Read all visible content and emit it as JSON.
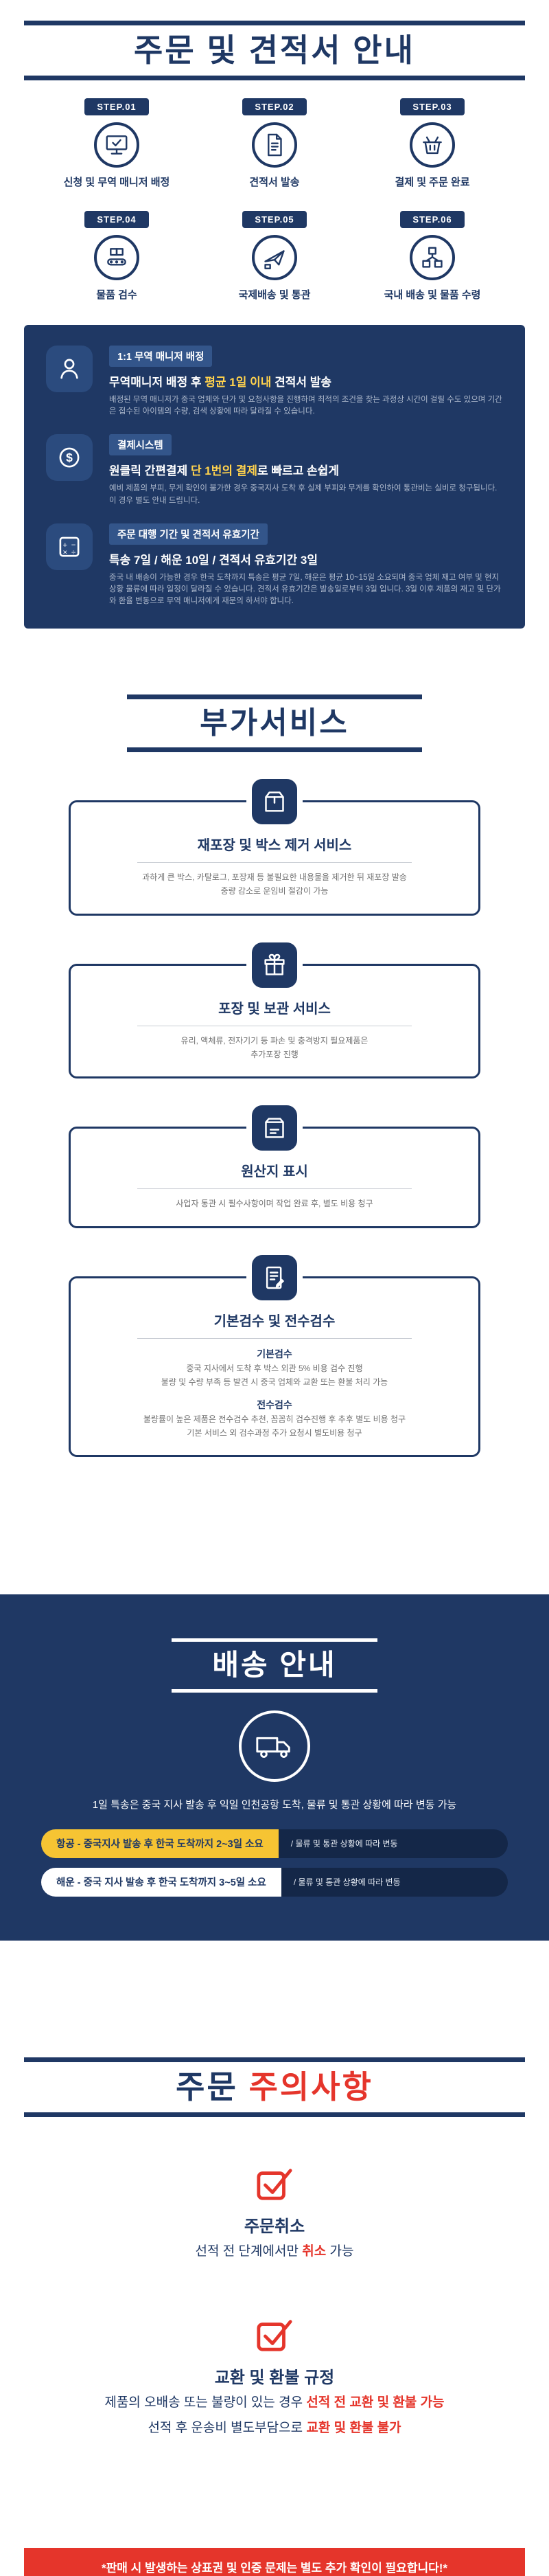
{
  "palette": {
    "navy": "#1f3864",
    "navy_dark": "#142748",
    "yellow": "#f6c433",
    "red": "#e5352b"
  },
  "header": {
    "title": "주문 및 견적서 안내"
  },
  "steps": {
    "items": [
      {
        "badge": "STEP.01",
        "icon": "monitor-check-icon",
        "label": "신청 및 무역 매니저 배정"
      },
      {
        "badge": "STEP.02",
        "icon": "invoice-icon",
        "label": "견적서 발송"
      },
      {
        "badge": "STEP.03",
        "icon": "basket-icon",
        "label": "결제 및 주문 완료"
      },
      {
        "badge": "STEP.04",
        "icon": "conveyor-icon",
        "label": "물품 검수"
      },
      {
        "badge": "STEP.05",
        "icon": "airplane-icon",
        "label": "국제배송 및 통관"
      },
      {
        "badge": "STEP.06",
        "icon": "boxes-network-icon",
        "label": "국내 배송 및 물품 수령"
      }
    ]
  },
  "info_panel": {
    "blocks": [
      {
        "icon": "person-icon",
        "title": "1:1 무역 매니저 배정",
        "headline_pre": "무역매니저 배정 후 ",
        "headline_em": "평균 1일 이내",
        "headline_post": " 견적서 발송",
        "body": "배정된 무역 매니저가 중국 업체와 단가 및 요청사항을 진행하며 최적의 조건을 찾는 과정상 시간이 걸릴 수도 있으며 기간은 접수된 아이템의 수량, 검색 상황에 따라 달라질 수 있습니다."
      },
      {
        "icon": "coin-icon",
        "title": "결제시스템",
        "headline_pre": "원클릭 간편결제 ",
        "headline_em": "단 1번의 결제",
        "headline_post": "로 빠르고 손쉽게",
        "body": "예비 제품의 부피, 무게 확인이 불가한 경우 중국지사 도착 후 실제 부피와 무게를 확인하여 통관비는 실비로 청구됩니다. 이 경우 별도 안내 드립니다."
      },
      {
        "icon": "calculator-icon",
        "title": "주문 대행 기간 및 견적서 유효기간",
        "headline_pre": "특송 7일 / 해운 10일 / 견적서 유효기간 3일",
        "headline_em": "",
        "headline_post": "",
        "body": "중국 내 배송이 가능한 경우 한국 도착까지 특송은 평균 7일, 해운은 평균 10~15일 소요되며 중국 업체 재고 여부 및 현지 상황 물류에 따라 일정이 달라질 수 있습니다. 견적서 유효기간은 발송일로부터 3일 입니다. 3일 이후 제품의 재고 및 단가와 환율 변동으로 무역 매니저에게 재문의 하셔야 합니다."
      }
    ]
  },
  "services": {
    "title": "부가서비스",
    "cards": [
      {
        "icon": "package-icon",
        "title": "재포장 및 박스 제거 서비스",
        "lines": [
          "과하게 큰 박스, 카탈로그, 포장재 등 불필요한 내용물을 제거한 뒤 재포장 발송",
          "중량 감소로 운임비 절감이 가능"
        ]
      },
      {
        "icon": "gift-icon",
        "title": "포장 및 보관 서비스",
        "lines": [
          "유리, 액체류, 전자기기 등 파손 및 충격방지 필요제품은",
          "추가포장 진행"
        ]
      },
      {
        "icon": "origin-box-icon",
        "title": "원산지 표시",
        "lines": [
          "사업자 통관 시 필수사항이며 작업 완료 후, 별도 비용 청구"
        ]
      },
      {
        "icon": "clipboard-pencil-icon",
        "title": "기본검수 및 전수검수",
        "sections": [
          {
            "heading": "기본검수",
            "lines": [
              "중국 지사에서 도착 후 박스 외관 5% 비용 검수 진행",
              "불량 및 수량 부족 등 발견 시 중국 업체와 교환 또는 환불 처리 가능"
            ]
          },
          {
            "heading": "전수검수",
            "lines": [
              "불량률이 높은 제품은 전수검수 추천, 꼼꼼히 검수진행 후 추후 별도 비용 청구",
              "기본 서비스 외 검수과정 추가 요청시 별도비용 청구"
            ]
          }
        ]
      }
    ]
  },
  "shipping": {
    "title": "배송 안내",
    "icon": "truck-icon",
    "note": "1일 특송은 중국 지사 발송 후 익일 인천공항 도착, 물류 및 통관 상황에 따라 변동 가능",
    "bars": [
      {
        "label": "항공 - 중국지사 발송 후 한국 도착까지 2~3일 소요",
        "suffix": "/ 물류 및 통관 상황에 따라 변동"
      },
      {
        "label": "해운 - 중국 지사 발송 후 한국 도착까지 3~5일 소요",
        "suffix": "/ 물류 및 통관 상황에 따라 변동"
      }
    ]
  },
  "caution": {
    "title_pre": "주문 ",
    "title_em": "주의사항",
    "items": [
      {
        "icon": "checkbox-icon",
        "heading": "주문취소",
        "line_pre": "선적 전 단계에서만 ",
        "line_em": "취소",
        "line_post": " 가능"
      },
      {
        "icon": "checkbox-icon",
        "heading": "교환 및 환불 규정",
        "line1_pre": "제품의 오배송 또는 불량이 있는 경우 ",
        "line1_em": "선적 전 교환 및 환불 가능",
        "line2_pre": "선적 후 운송비 별도부담으로 ",
        "line2_em": "교환 및 환불 불가"
      }
    ],
    "banner": "*판매 시 발생하는 상표권 및 인증 문제는 별도 추가 확인이 필요합니다!*"
  }
}
